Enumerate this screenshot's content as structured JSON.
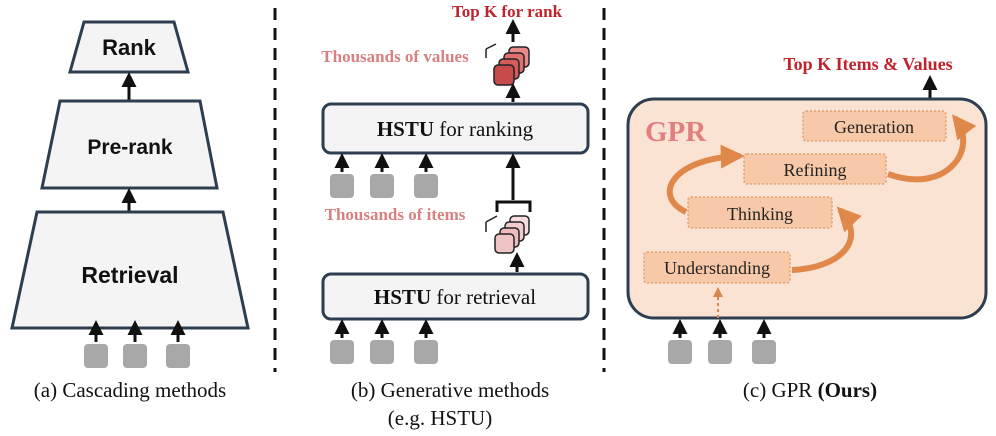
{
  "panel_a": {
    "stages": [
      "Rank",
      "Pre-rank",
      "Retrieval"
    ],
    "caption": "(a) Cascading methods"
  },
  "panel_b": {
    "top_output": "Top K for rank",
    "values_label": "Thousands of values",
    "items_label": "Thousands of items",
    "ranking_box": {
      "bold": "HSTU",
      "rest": " for ranking"
    },
    "retrieval_box": {
      "bold": "HSTU",
      "rest": " for retrieval"
    },
    "caption_line1": "(b) Generative methods",
    "caption_line2": "(e.g. HSTU)"
  },
  "panel_c": {
    "top_output": "Top K Items & Values",
    "title": "GPR",
    "steps": [
      "Generation",
      "Refining",
      "Thinking",
      "Understanding"
    ],
    "caption_prefix": "(c) GPR ",
    "caption_bold": "(Ours)"
  },
  "colors": {
    "accent_red": "#c0232b",
    "label_pink": "#d98080",
    "box_fill": "#f4f4f4",
    "box_stroke": "#2c3e50",
    "gpr_fill": "#fbe3d4",
    "step_fill": "#f7c9a8",
    "token_gray": "#a8a8a8"
  }
}
